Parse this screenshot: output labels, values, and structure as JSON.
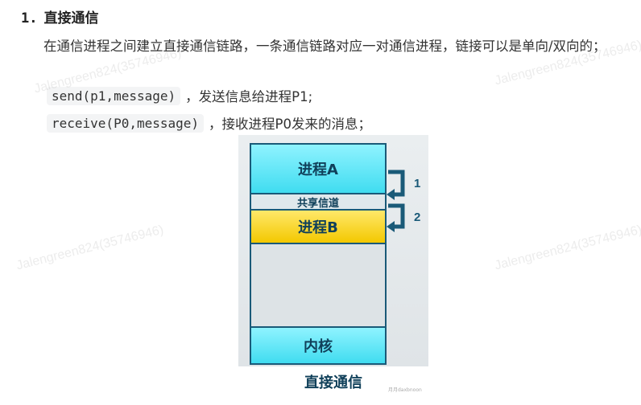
{
  "heading": {
    "number": "1.",
    "title": "直接通信"
  },
  "paragraph": "在通信进程之间建立直接通信链路，一条通信链路对应一对通信进程，链接可以是单向/双向的；",
  "code_lines": [
    {
      "code": "send(p1,message)",
      "text": "，发送信息给进程P1;"
    },
    {
      "code": "receive(P0,message)",
      "text": "，接收进程P0发来的消息；"
    }
  ],
  "watermark": "Jalengreen824(35746946)",
  "diagram": {
    "process_a": "进程A",
    "channel": "共享信道",
    "process_b": "进程B",
    "kernel": "内核",
    "arrow1": "1",
    "arrow2": "2",
    "caption": "直接通信",
    "credit": "月月daxbnoon"
  },
  "colors": {
    "box_cyan": "#40dcf0",
    "box_yellow": "#f3c800",
    "border": "#1a5a78"
  }
}
